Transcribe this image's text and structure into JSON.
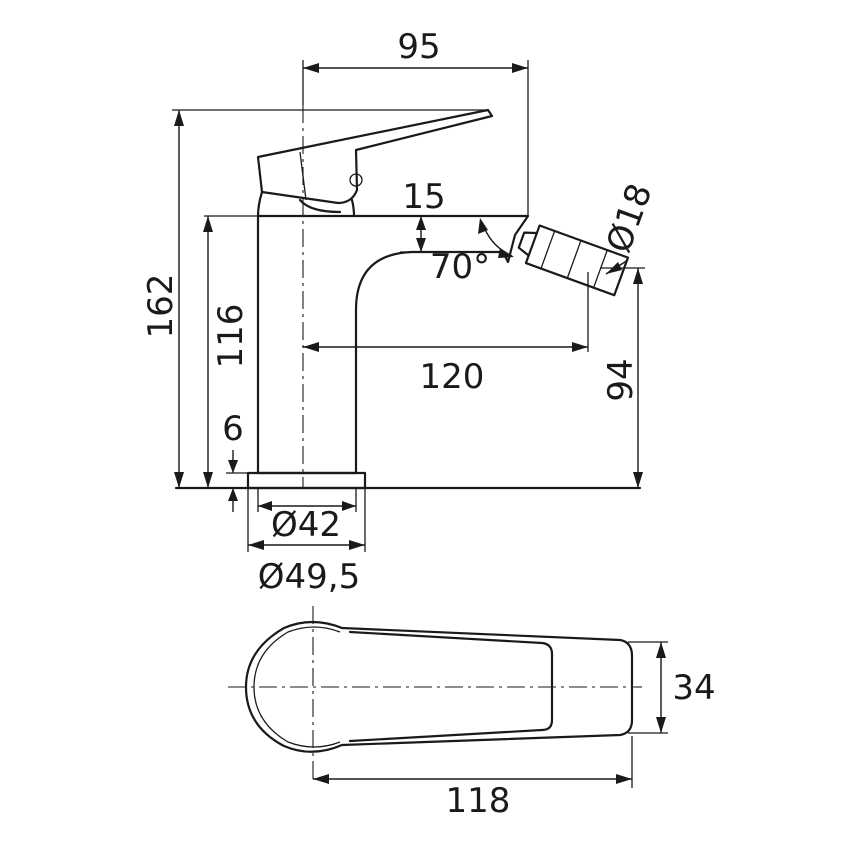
{
  "labels": {
    "top_width": "95",
    "total_height": "162",
    "spout_height": "116",
    "spout_offset": "15",
    "angle": "70°",
    "nozzle_diameter": "Ø18",
    "reach": "120",
    "outlet_height": "94",
    "base_thickness": "6",
    "inner_base_diameter": "Ø42",
    "outer_base_diameter": "Ø49,5",
    "top_view_width": "34",
    "top_view_length": "118"
  }
}
